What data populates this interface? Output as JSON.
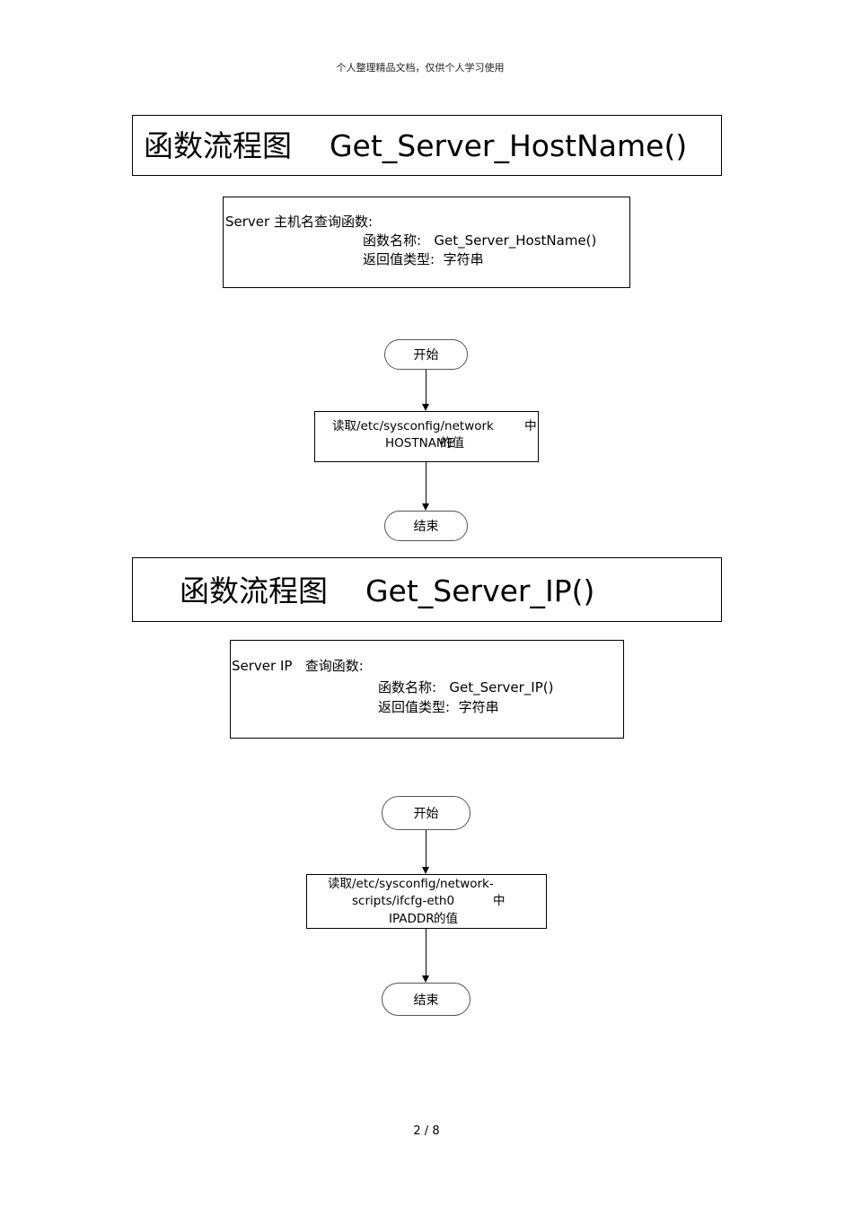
{
  "header_note": "个人整理精品文档，仅供个人学习使用",
  "sections": [
    {
      "title": "函数流程图    Get_Server_HostName()",
      "info": {
        "line1": "Server 主机名查询函数:",
        "line2": "函数名称:   Get_Server_HostName()",
        "line3": "返回值类型:  字符串"
      },
      "flow": {
        "start_label": "开始",
        "process_line1": "读取/etc/sysconfig/network        中",
        "process_line2": "HOSTNAME",
        "process_overlap": "的值",
        "end_label": "结束"
      }
    },
    {
      "title": "函数流程图    Get_Server_IP()",
      "info": {
        "line1": "Server IP   查询函数:",
        "line2": "函数名称:   Get_Server_IP()",
        "line3": "返回值类型:  字符串"
      },
      "flow": {
        "start_label": "开始",
        "process_line1": "读取/etc/sysconfig/network-",
        "process_line2": "scripts/ifcfg-eth0          中",
        "process_line3": "IPADDR",
        "process_overlap": "的值",
        "end_label": "结束"
      }
    }
  ],
  "page_number": "2 / 8"
}
